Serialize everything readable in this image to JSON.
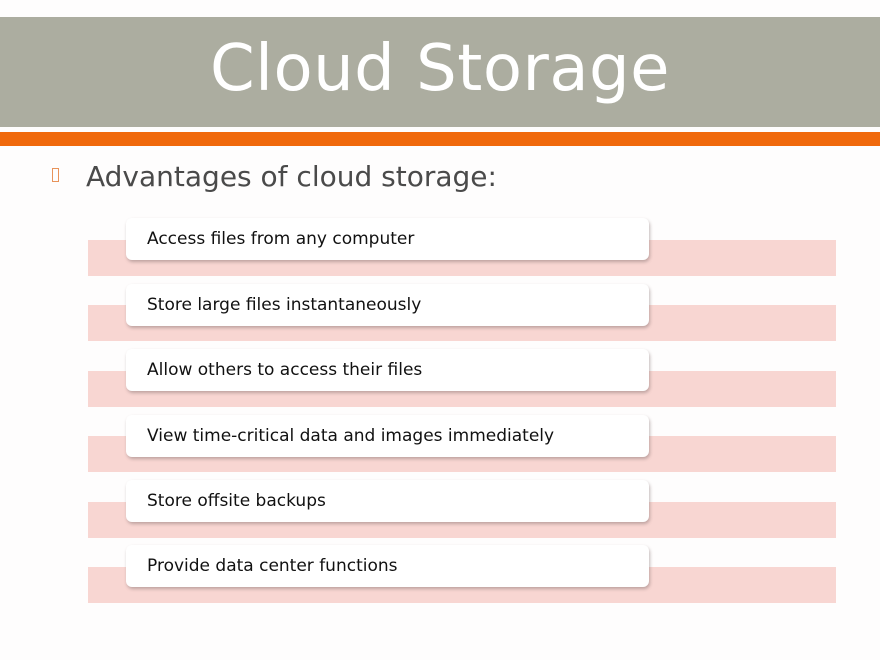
{
  "slide": {
    "title": "Cloud Storage",
    "bullet": "Advantages of cloud storage:",
    "items": [
      "Access files from any computer",
      "Store large files instantaneously",
      "Allow others to access their files",
      "View time-critical data and images immediately",
      "Store offsite backups",
      "Provide data center functions"
    ]
  },
  "colors": {
    "title_bar": "#acada0",
    "accent_bar": "#f0690c",
    "band": "#f8d6d2",
    "bullet_text": "#4a4a4a"
  }
}
